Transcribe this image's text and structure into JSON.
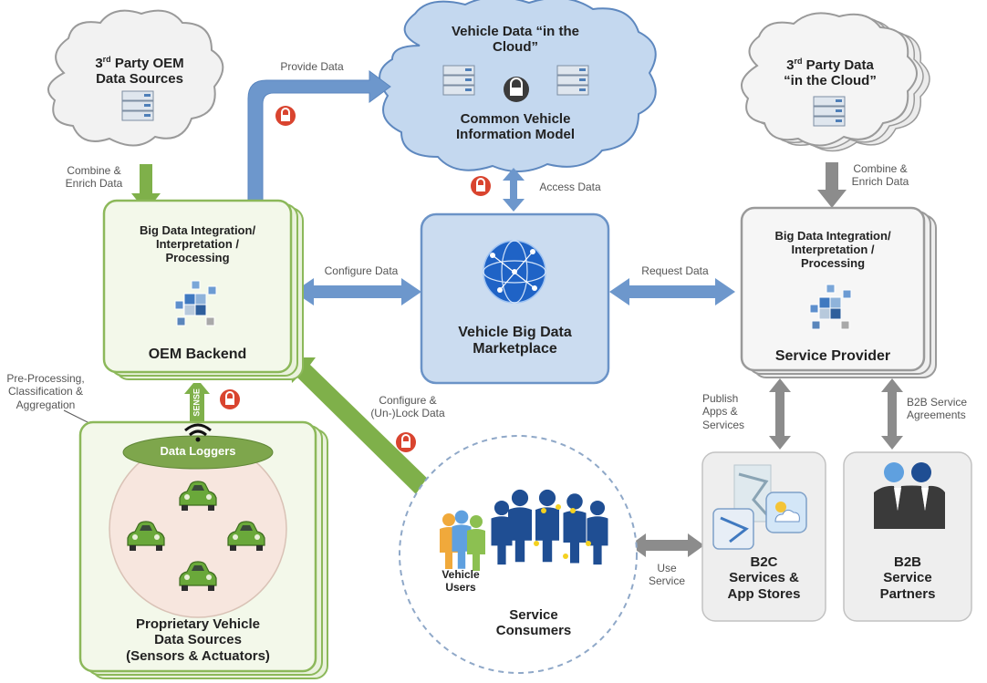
{
  "colors": {
    "green_box": "#eaf2dd",
    "green_border": "#8cb85a",
    "green_arrow": "#7fb04a",
    "blue_box": "#cbdcf0",
    "blue_border": "#6b93c7",
    "blue_arrow": "#6d97cc",
    "grey_box": "#f0f0f0",
    "grey_border": "#9a9a9a",
    "grey_arrow": "#8c8c8c",
    "lock_red": "#d9442f",
    "cloud_grey": "#f2f2f2",
    "cloud_blue": "#c4d8ef"
  },
  "icons": [
    "server-icon",
    "lock-icon",
    "globe-network-icon",
    "cube-cluster-icon",
    "car-icon",
    "wifi-icon",
    "people-icon",
    "weather-icon",
    "map-icon",
    "business-people-icon"
  ],
  "clouds": {
    "oem_sources": {
      "line1_pre": "3",
      "line1_sup": "rd",
      "line1_post": " Party OEM",
      "line2": "Data Sources"
    },
    "vehicle_cloud": {
      "line1": "Vehicle Data “in the",
      "line2": "Cloud”",
      "line3": "Common Vehicle",
      "line4": "Information Model"
    },
    "third_party": {
      "line1_pre": "3",
      "line1_sup": "rd",
      "line1_post": " Party Data",
      "line2": "“in the Cloud”"
    }
  },
  "boxes": {
    "oem_backend": {
      "heading1": "Big Data Integration/",
      "heading2": "Interpretation  /",
      "heading3": "Processing",
      "title": "OEM Backend"
    },
    "marketplace": {
      "title1": "Vehicle Big Data",
      "title2": "Marketplace"
    },
    "service_provider": {
      "heading1": "Big Data Integration/",
      "heading2": "Interpretation  /",
      "heading3": "Processing",
      "title": "Service Provider"
    },
    "data_sources": {
      "logger": "Data Loggers",
      "title1": "Proprietary Vehicle",
      "title2": "Data Sources",
      "title3": "(Sensors & Actuators)"
    },
    "consumers": {
      "users1": "Vehicle",
      "users2": "Users",
      "title1": "Service",
      "title2": "Consumers"
    },
    "b2c": {
      "line1": "B2C",
      "line2": "Services &",
      "line3": "App Stores"
    },
    "b2b": {
      "line1": "B2B",
      "line2": "Service",
      "line3": "Partners"
    }
  },
  "arrow_labels": {
    "provide_data": "Provide Data",
    "combine_left1": "Combine &",
    "combine_left2": "Enrich Data",
    "access_data": "Access Data",
    "combine_right1": "Combine &",
    "combine_right2": "Enrich Data",
    "configure_data": "Configure Data",
    "request_data": "Request Data",
    "preprocessing1": "Pre-Processing,",
    "preprocessing2": "Classification &",
    "preprocessing3": "Aggregation",
    "sense": "SENSE",
    "configure_lock1": "Configure &",
    "configure_lock2": "(Un-)Lock Data",
    "publish1": "Publish",
    "publish2": "Apps &",
    "publish3": "Services",
    "b2b_agreements1": "B2B Service",
    "b2b_agreements2": "Agreements",
    "use_service1": "Use",
    "use_service2": "Service"
  }
}
